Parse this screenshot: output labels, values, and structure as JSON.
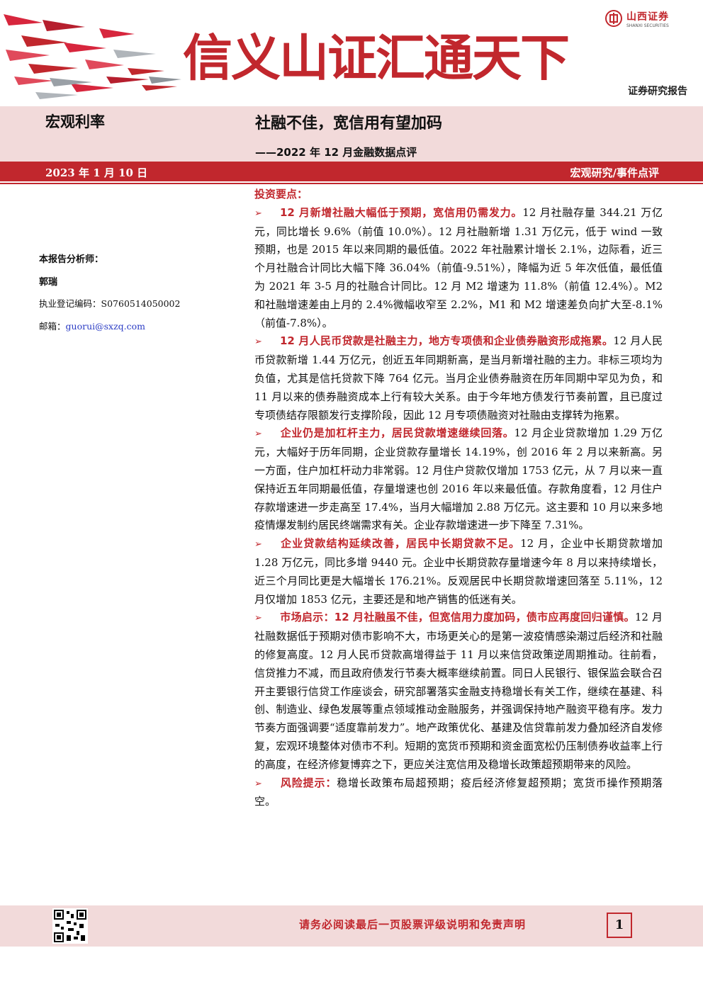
{
  "header": {
    "slogan": "信义山证汇通天下",
    "brand_name_cn": "山西证券",
    "brand_name_en": "SHANXI SECURITIES",
    "report_type": "证券研究报告"
  },
  "title_block": {
    "category": "宏观利率",
    "main_title": "社融不佳，宽信用有望加码",
    "subtitle": "——2022 年 12 月金融数据点评",
    "date": "2023 年 1 月 10 日",
    "section": "宏观研究/事件点评"
  },
  "analyst": {
    "heading": "本报告分析师：",
    "name": "郭瑞",
    "reg_label": "执业登记编码：",
    "reg_value": "S0760514050002",
    "email_label": "邮箱：",
    "email_value": "guorui@sxzq.com"
  },
  "body": {
    "highlights_title": "投资要点：",
    "bullet_symbol": "➢",
    "bullets": [
      {
        "lead": "12 月新增社融大幅低于预期，宽信用仍需发力。",
        "text": "12 月社融存量 344.21 万亿元，同比增长 9.6%（前值 10.0%）。12 月社融新增 1.31 万亿元，低于 wind 一致预期，也是 2015 年以来同期的最低值。2022 年社融累计增长 2.1%，边际看，近三个月社融合计同比大幅下降 36.04%（前值-9.51%），降幅为近 5 年次低值，最低值为 2021 年 3-5 月的社融合计同比。12 月 M2 增速为 11.8%（前值 12.4%）。M2 和社融增速差由上月的 2.4%微幅收窄至 2.2%，M1 和 M2 增速差负向扩大至-8.1%（前值-7.8%）。"
      },
      {
        "lead": "12 月人民币贷款是社融主力，地方专项债和企业债券融资形成拖累。",
        "text": "12 月人民币贷款新增 1.44 万亿元，创近五年同期新高，是当月新增社融的主力。非标三项均为负值，尤其是信托贷款下降 764 亿元。当月企业债券融资在历年同期中罕见为负，和 11 月以来的债券融资成本上行有较大关系。由于今年地方债发行节奏前置，且已度过专项债结存限额发行支撑阶段，因此 12 月专项债融资对社融由支撑转为拖累。"
      },
      {
        "lead": "企业仍是加杠杆主力，居民贷款增速继续回落。",
        "text": "12 月企业贷款增加 1.29 万亿元，大幅好于历年同期，企业贷款存量增长 14.19%，创 2016 年 2 月以来新高。另一方面，住户加杠杆动力非常弱。12 月住户贷款仅增加 1753 亿元，从 7 月以来一直保持近五年同期最低值，存量增速也创 2016 年以来最低值。存款角度看，12 月住户存款增速进一步走高至 17.4%，当月大幅增加 2.88 万亿元。这主要和 10 月以来多地疫情爆发制约居民终端需求有关。企业存款增速进一步下降至 7.31%。"
      },
      {
        "lead": "企业贷款结构延续改善，居民中长期贷款不足。",
        "text": "12 月，企业中长期贷款增加 1.28 万亿元，同比多增 9440 元。企业中长期贷款存量增速今年 8 月以来持续增长，近三个月同比更是大幅增长 176.21%。反观居民中长期贷款增速回落至 5.11%，12 月仅增加 1853 亿元，主要还是和地产销售的低迷有关。"
      },
      {
        "lead": "市场启示：12 月社融虽不佳，但宽信用力度加码，债市应再度回归谨慎。",
        "text": "12 月社融数据低于预期对债市影响不大，市场更关心的是第一波疫情感染潮过后经济和社融的修复高度。12 月人民币贷款高增得益于 11 月以来信贷政策逆周期推动。往前看，信贷推力不减，而且政府债发行节奏大概率继续前置。同日人民银行、银保监会联合召开主要银行信贷工作座谈会，研究部署落实金融支持稳增长有关工作，继续在基建、科创、制造业、绿色发展等重点领域推动金融服务，并强调保持地产融资平稳有序。发力节奏方面强调要“适度靠前发力”。地产政策优化、基建及信贷靠前发力叠加经济自发修复，宏观环境整体对债市不利。短期的宽货币预期和资金面宽松仍压制债券收益率上行的高度，在经济修复博弈之下，更应关注宽信用及稳增长政策超预期带来的风险。"
      },
      {
        "lead": "风险提示：",
        "text": "稳增长政策布局超预期；疫后经济修复超预期；宽货币操作预期落空。"
      }
    ]
  },
  "footer": {
    "disclaimer": "请务必阅读最后一页股票评级说明和免责声明",
    "page_number": "1"
  },
  "colors": {
    "brand_red": "#c1272d",
    "band_pink": "#f2dada"
  }
}
